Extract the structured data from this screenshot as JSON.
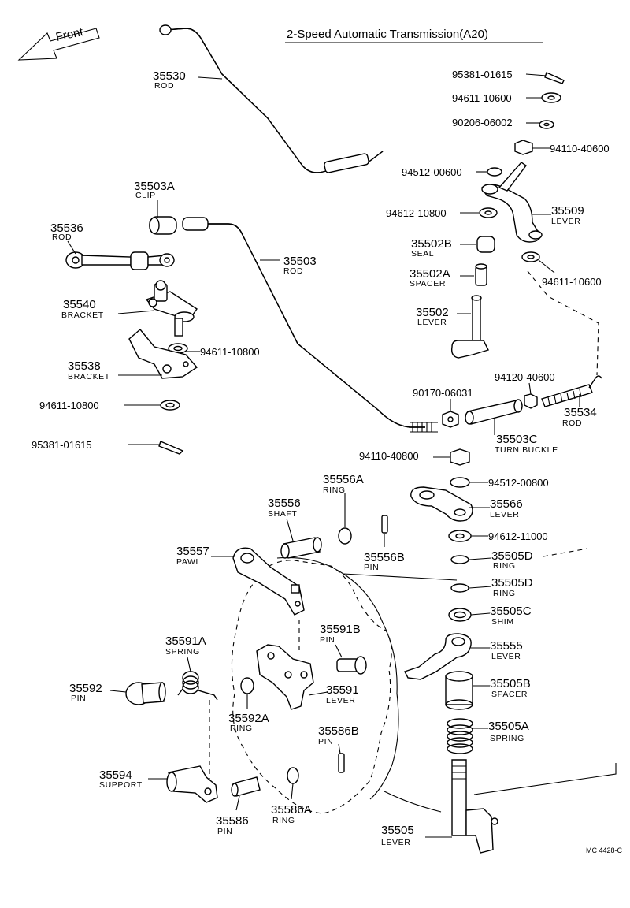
{
  "header": {
    "title": "2-Speed  Automatic  Transmission(A20)",
    "front_label": "Front",
    "drawing_code": "MC 4428-C"
  },
  "parts": {
    "p35530": {
      "number": "35530",
      "name": "ROD"
    },
    "p35503A": {
      "number": "35503A",
      "name": "CLIP"
    },
    "p35536": {
      "number": "35536",
      "name": "ROD"
    },
    "p35503": {
      "number": "35503",
      "name": "ROD"
    },
    "p35540": {
      "number": "35540",
      "name": "BRACKET"
    },
    "p35538": {
      "number": "35538",
      "name": "BRACKET"
    },
    "p35509": {
      "number": "35509",
      "name": "LEVER"
    },
    "p35502B": {
      "number": "35502B",
      "name": "SEAL"
    },
    "p35502A": {
      "number": "35502A",
      "name": "SPACER"
    },
    "p35502": {
      "number": "35502",
      "name": "LEVER"
    },
    "p35534": {
      "number": "35534",
      "name": "ROD"
    },
    "p35503C": {
      "number": "35503C",
      "name": "TURN BUCKLE"
    },
    "p35556A": {
      "number": "35556A",
      "name": "RING"
    },
    "p35556": {
      "number": "35556",
      "name": "SHAFT"
    },
    "p35566": {
      "number": "35566",
      "name": "LEVER"
    },
    "p35557": {
      "number": "35557",
      "name": "PAWL"
    },
    "p35556B": {
      "number": "35556B",
      "name": "PIN"
    },
    "p35505D_1": {
      "number": "35505D",
      "name": "RING"
    },
    "p35505D_2": {
      "number": "35505D",
      "name": "RING"
    },
    "p35505C": {
      "number": "35505C",
      "name": "SHIM"
    },
    "p35591A": {
      "number": "35591A",
      "name": "SPRING"
    },
    "p35591B": {
      "number": "35591B",
      "name": "PIN"
    },
    "p35555": {
      "number": "35555",
      "name": "LEVER"
    },
    "p35592": {
      "number": "35592",
      "name": "PIN"
    },
    "p35591": {
      "number": "35591",
      "name": "LEVER"
    },
    "p35505B": {
      "number": "35505B",
      "name": "SPACER"
    },
    "p35592A": {
      "number": "35592A",
      "name": "RING"
    },
    "p35586B": {
      "number": "35586B",
      "name": "PIN"
    },
    "p35505A": {
      "number": "35505A",
      "name": "SPRING"
    },
    "p35594": {
      "number": "35594",
      "name": "SUPPORT"
    },
    "p35586": {
      "number": "35586",
      "name": "PIN"
    },
    "p35586A": {
      "number": "35586A",
      "name": "RING"
    },
    "p35505": {
      "number": "35505",
      "name": "LEVER"
    }
  },
  "hardware": {
    "h95381_top": "95381-01615",
    "h94611_10600_top": "94611-10600",
    "h90206": "90206-06002",
    "h94110_40600": "94110-40600",
    "h94512_00600": "94512-00600",
    "h94612_10800": "94612-10800",
    "h94611_10600_mid": "94611-10600",
    "h94611_10800_a": "94611-10800",
    "h94120": "94120-40600",
    "h90170": "90170-06031",
    "h94611_10800_b": "94611-10800",
    "h95381_bot": "95381-01615",
    "h94110_40800": "94110-40800",
    "h94512_00800": "94512-00800",
    "h94612_11000": "94612-11000"
  }
}
